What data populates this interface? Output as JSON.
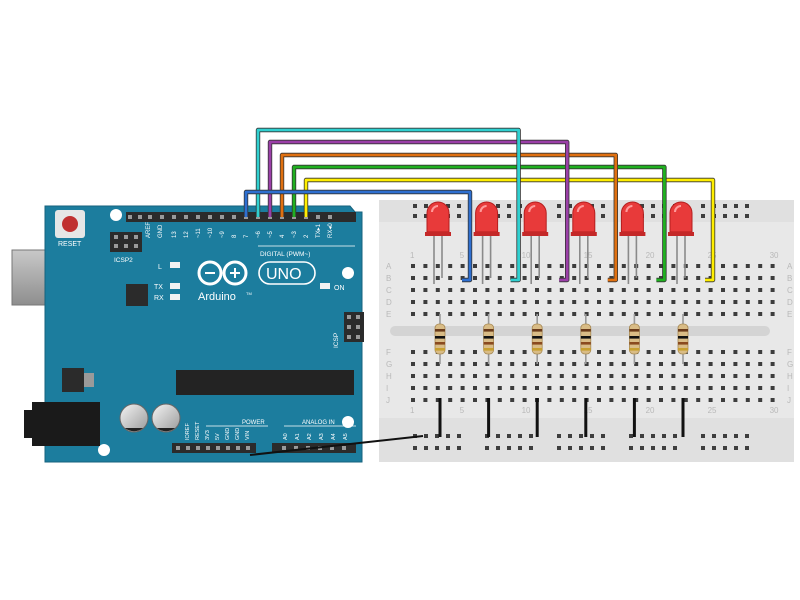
{
  "board": {
    "name": "Arduino",
    "model": "UNO",
    "trademark": "TM",
    "labels": {
      "reset": "RESET",
      "icsp2": "ICSP2",
      "icsp": "ICSP",
      "led_l": "L",
      "tx": "TX",
      "rx": "RX",
      "on": "ON",
      "digital": "DIGITAL (PWM~)",
      "aref": "AREF",
      "gnd": "GND",
      "power": "POWER",
      "analog_in": "ANALOG IN"
    },
    "digital_pins": [
      "13",
      "12",
      "~11",
      "~10",
      "~9",
      "8",
      "7",
      "~6",
      "~5",
      "4",
      "~3",
      "2",
      "TX▸1",
      "RX◂0"
    ],
    "power_pins": [
      "IOREF",
      "RESET",
      "3V3",
      "5V",
      "GND",
      "GND",
      "VIN"
    ],
    "analog_pins": [
      "A0",
      "A1",
      "A2",
      "A3",
      "A4",
      "A5"
    ]
  },
  "breadboard": {
    "row_letters_top": [
      "A",
      "B",
      "C",
      "D",
      "E"
    ],
    "row_letters_bottom": [
      "F",
      "G",
      "H",
      "I",
      "J"
    ],
    "column_numbers": [
      "1",
      "5",
      "10",
      "15",
      "20",
      "25",
      "30"
    ]
  },
  "circuit": {
    "led_count": 6,
    "wires": [
      {
        "from_pin": "2",
        "color": "#ffee00"
      },
      {
        "from_pin": "3",
        "color": "#20b020"
      },
      {
        "from_pin": "4",
        "color": "#e07010"
      },
      {
        "from_pin": "5",
        "color": "#9b3fa8"
      },
      {
        "from_pin": "6",
        "color": "#30d0d0"
      },
      {
        "from_pin": "7",
        "color": "#2e6fd0"
      }
    ],
    "colors": {
      "board": "#1c7d9e",
      "led": "#e83a3a",
      "resistor": "#d9bc86",
      "breadboard": "#e8e8e8",
      "ground_wire": "#111111"
    }
  }
}
